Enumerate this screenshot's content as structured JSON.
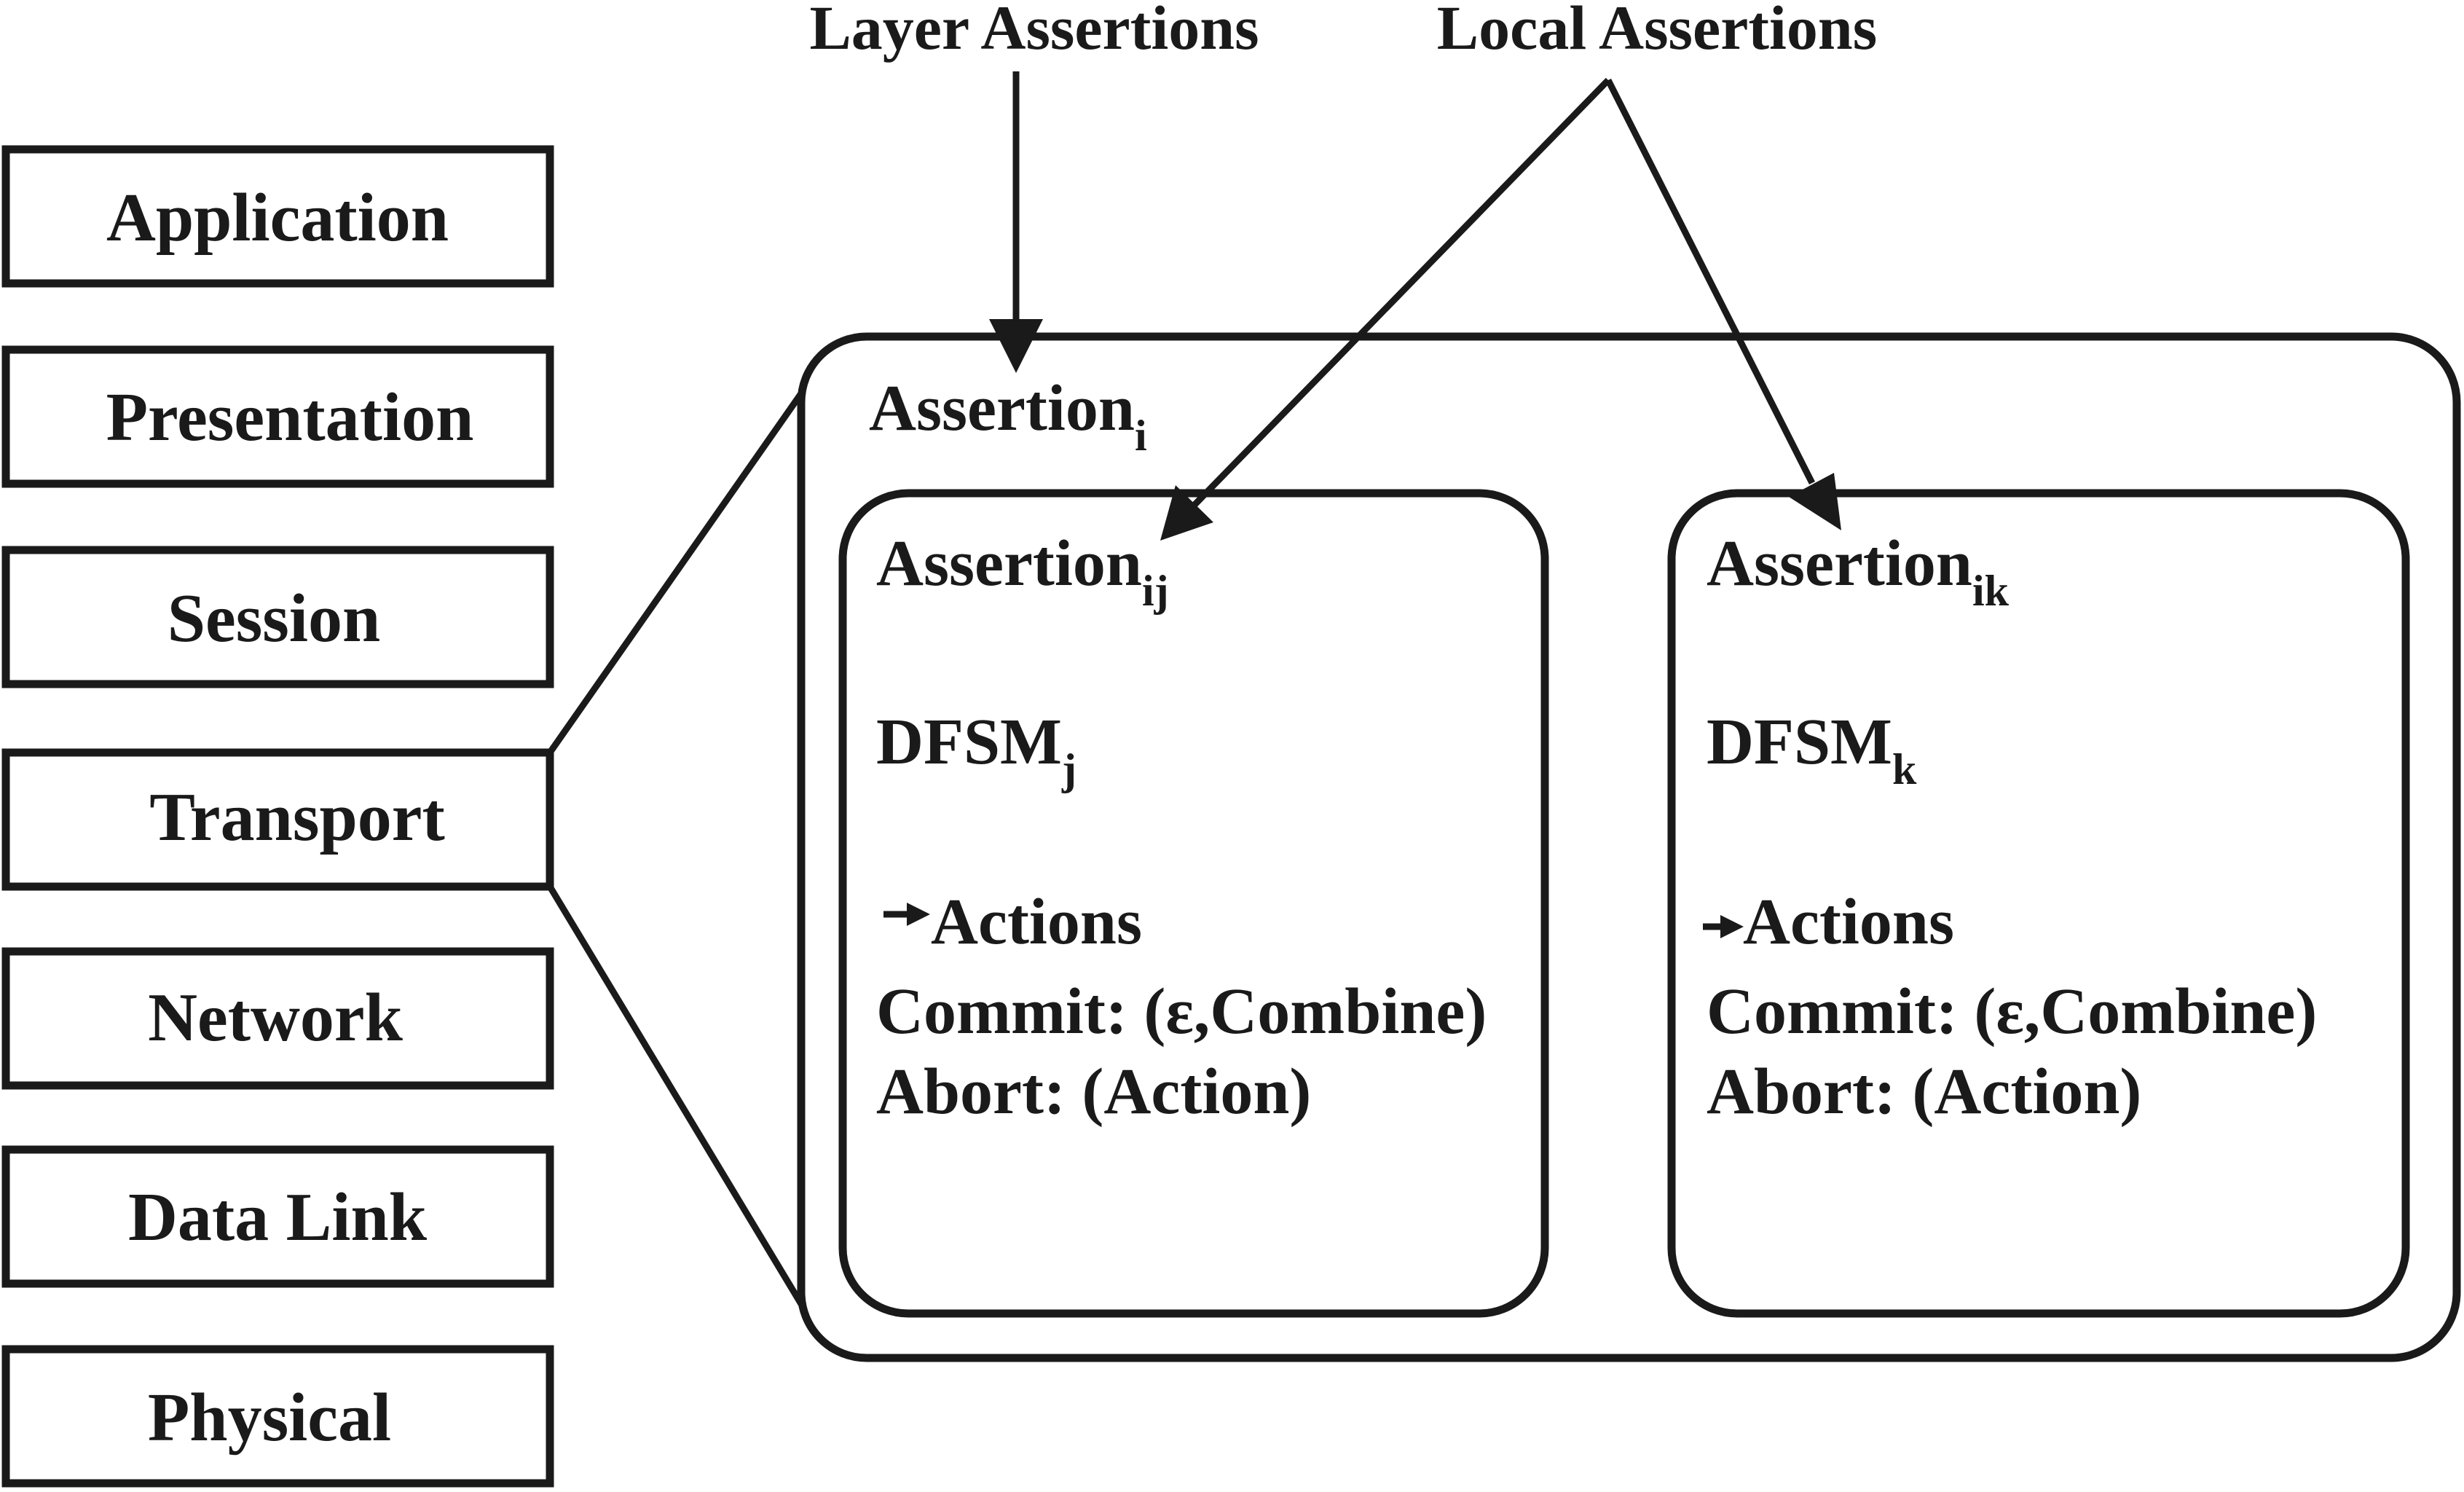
{
  "top_labels": {
    "layer_assertions": "Layer Assertions",
    "local_assertions": "Local Assertions"
  },
  "osi_layers": [
    "Application",
    "Presentation",
    "Session",
    "Transport",
    "Network",
    "Data Link",
    "Physical"
  ],
  "expanded_layer": "Transport",
  "outer_box": {
    "assertion_base": "Assertion",
    "assertion_sub": "i"
  },
  "inner_boxes": [
    {
      "assertion_base": "Assertion",
      "assertion_sub": "ij",
      "dfsm_base": "DFSM",
      "dfsm_sub": "j",
      "actions_label": "Actions",
      "commit_line": "Commit: (ε,Combine)",
      "abort_line": "Abort: (Action)"
    },
    {
      "assertion_base": "Assertion",
      "assertion_sub": "ik",
      "dfsm_base": "DFSM",
      "dfsm_sub": "k",
      "actions_label": "Actions",
      "commit_line": "Commit: (ε,Combine)",
      "abort_line": "Abort: (Action)"
    }
  ]
}
